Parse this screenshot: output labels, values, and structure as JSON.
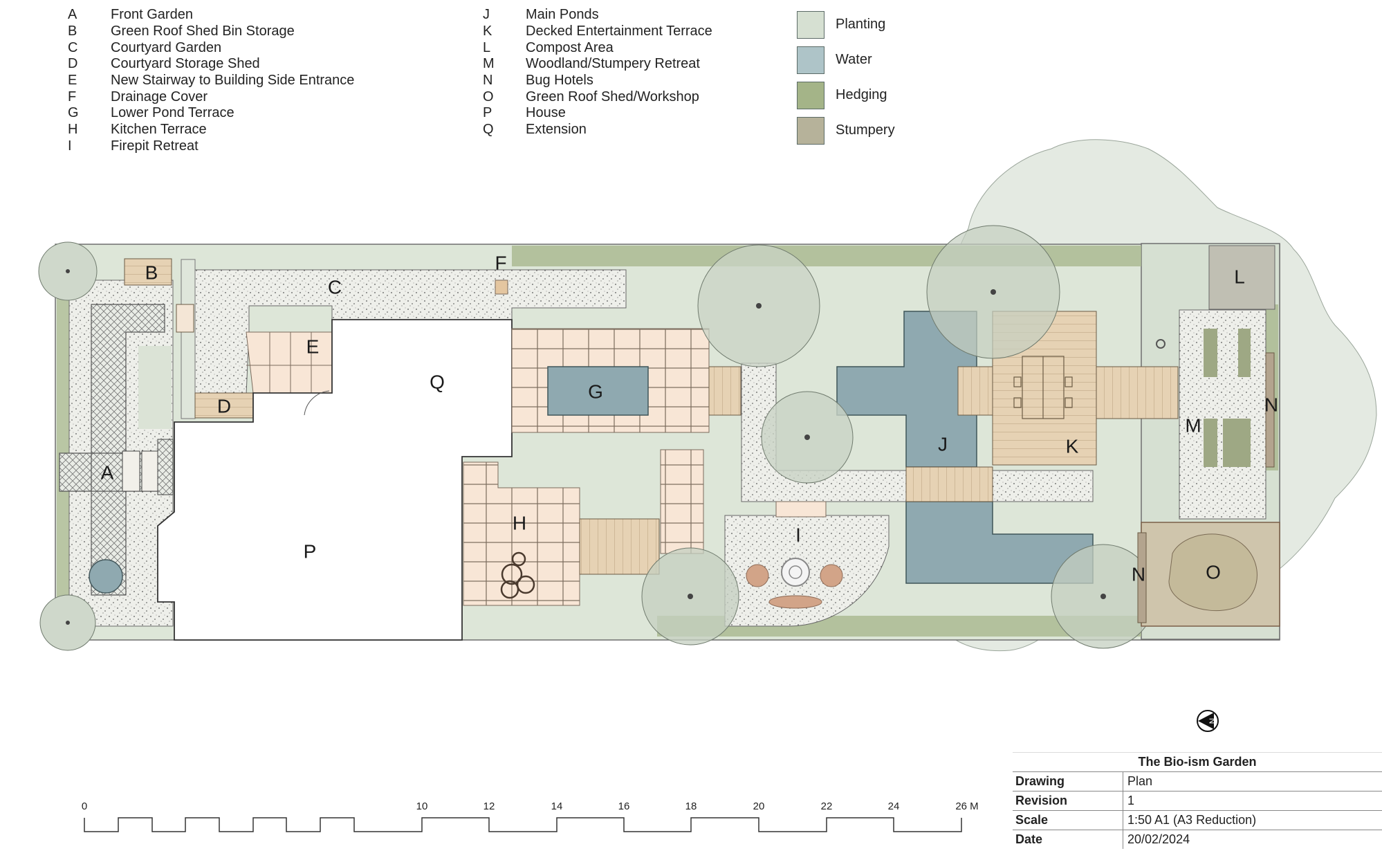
{
  "legend": {
    "col1": [
      {
        "code": "A",
        "desc": "Front Garden"
      },
      {
        "code": "B",
        "desc": "Green Roof Shed Bin Storage"
      },
      {
        "code": "C",
        "desc": "Courtyard Garden"
      },
      {
        "code": "D",
        "desc": "Courtyard Storage Shed"
      },
      {
        "code": "E",
        "desc": "New Stairway to Building Side Entrance"
      },
      {
        "code": "F",
        "desc": "Drainage Cover"
      },
      {
        "code": "G",
        "desc": "Lower Pond Terrace"
      },
      {
        "code": "H",
        "desc": "Kitchen Terrace"
      },
      {
        "code": "I",
        "desc": "Firepit Retreat"
      }
    ],
    "col2": [
      {
        "code": "J",
        "desc": "Main Ponds"
      },
      {
        "code": "K",
        "desc": "Decked Entertainment Terrace"
      },
      {
        "code": "L",
        "desc": "Compost Area"
      },
      {
        "code": "M",
        "desc": "Woodland/Stumpery Retreat"
      },
      {
        "code": "N",
        "desc": "Bug Hotels"
      },
      {
        "code": "O",
        "desc": "Green Roof Shed/Workshop"
      },
      {
        "code": "P",
        "desc": "House"
      },
      {
        "code": "Q",
        "desc": "Extension"
      }
    ]
  },
  "key": [
    {
      "label": "Planting",
      "color": "#d6e0d2"
    },
    {
      "label": "Water",
      "color": "#aec4c8"
    },
    {
      "label": "Hedging",
      "color": "#a4b488"
    },
    {
      "label": "Stumpery",
      "color": "#b6b29a"
    }
  ],
  "colors": {
    "planting": "#d6e0d2",
    "water": "#8fa9b0",
    "hedging": "#a4b488",
    "gravel": "#ebece6",
    "paving": "#f8e6d4",
    "deck": "#e2ccac"
  },
  "map_labels": {
    "A": "A",
    "B": "B",
    "C": "C",
    "D": "D",
    "E": "E",
    "F": "F",
    "G": "G",
    "H": "H",
    "I": "I",
    "J": "J",
    "K": "K",
    "L": "L",
    "M": "M",
    "N": "N",
    "N2": "N",
    "O": "O",
    "P": "P",
    "Q": "Q"
  },
  "scale_bar": {
    "ticks": [
      "0",
      "10",
      "12",
      "14",
      "16",
      "18",
      "20",
      "22",
      "24",
      "26 M"
    ]
  },
  "title_block": {
    "title": "The Bio-ism Garden",
    "rows": [
      {
        "key": "Drawing",
        "value": "Plan"
      },
      {
        "key": "Revision",
        "value": "1"
      },
      {
        "key": "Scale",
        "value": "1:50 A1 (A3 Reduction)"
      },
      {
        "key": "Date",
        "value": "20/02/2024"
      }
    ]
  },
  "north_arrow": {
    "letter": "N"
  }
}
